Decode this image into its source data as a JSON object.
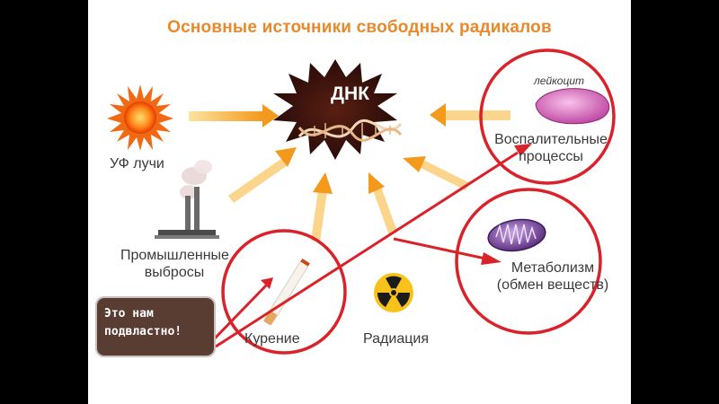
{
  "title": "Основные источники свободных радикалов",
  "center": {
    "label": "ДНК"
  },
  "sources": {
    "uv": "УФ лучи",
    "industrial_line1": "Промышленные",
    "industrial_line2": "выбросы",
    "smoking": "Курение",
    "radiation": "Радиация",
    "metabolism_line1": "Метаболизм",
    "metabolism_line2": "(обмен веществ)",
    "inflammation_line1": "Воспалительные",
    "inflammation_line2": "процессы",
    "leukocyte": "лейкоцит"
  },
  "note": {
    "line1": "Это нам",
    "line2": "подвластно!"
  },
  "colors": {
    "title": "#e8892b",
    "arrow_yellow": "#f6b63a",
    "highlight_red": "#d9222a",
    "note_bg": "#5a3d32"
  }
}
